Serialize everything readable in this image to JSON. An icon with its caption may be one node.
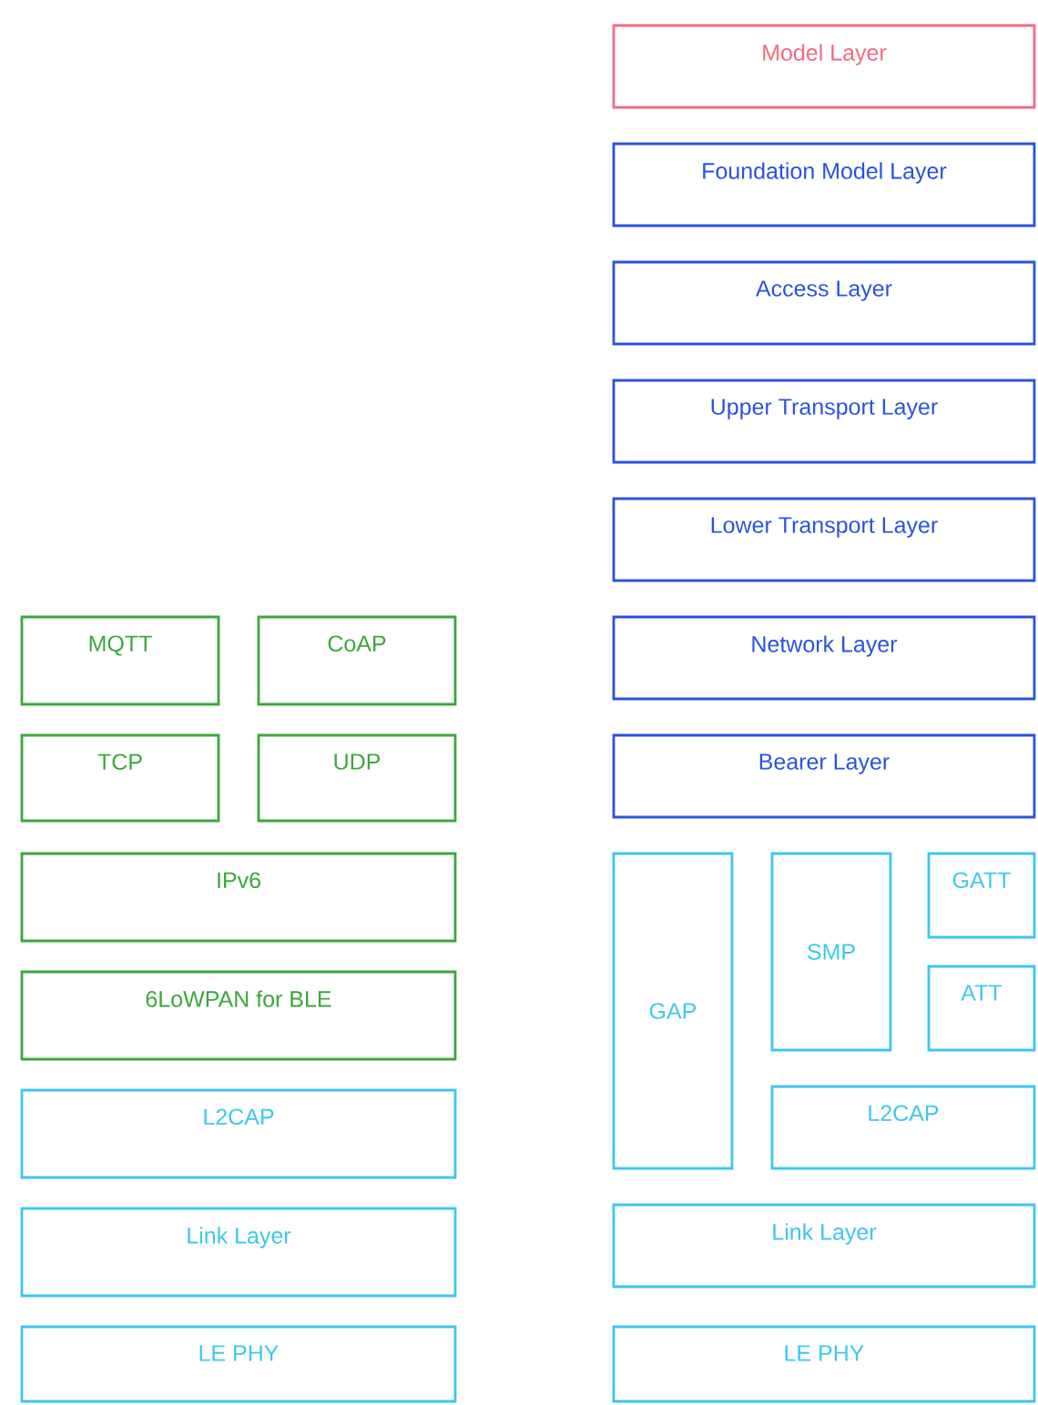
{
  "diagram": {
    "nodes": [
      {
        "text": [
          "Model Layer"
        ]
      },
      {
        "text": [
          "Foundation Model Layer"
        ]
      },
      {
        "text": [
          "Access Layer"
        ]
      },
      {
        "text": [
          "Upper Transport Layer"
        ]
      },
      {
        "text": [
          "Lower Transport Layer"
        ]
      },
      {
        "text": [
          "MQTT"
        ]
      },
      {
        "text": [
          "CoAP"
        ]
      },
      {
        "text": [
          "Network Layer"
        ]
      },
      {
        "text": [
          "TCP"
        ]
      },
      {
        "text": [
          "UDP"
        ]
      },
      {
        "text": [
          "Bearer Layer"
        ]
      },
      {
        "text": [
          "IPv6"
        ]
      },
      {
        "text": [
          "GAP"
        ]
      },
      {
        "text": [
          "SMP"
        ]
      },
      {
        "text": [
          "GATT"
        ]
      },
      {
        "text": [
          "6LoWPAN for BLE"
        ]
      },
      {
        "text": [
          "ATT"
        ]
      },
      {
        "text": [
          "L2CAP"
        ]
      },
      {
        "text": [
          "L2CAP"
        ]
      },
      {
        "text": [
          "Link Layer"
        ]
      },
      {
        "text": [
          "Link Layer"
        ]
      },
      {
        "text": [
          "LE PHY"
        ]
      },
      {
        "text": [
          "LE PHY"
        ]
      }
    ]
  }
}
